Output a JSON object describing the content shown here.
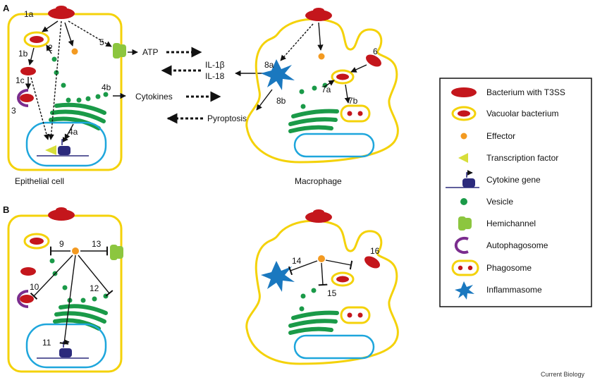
{
  "panels": {
    "a": "A",
    "b": "B"
  },
  "cells": {
    "epithelial": "Epithelial cell",
    "macrophage": "Macrophage"
  },
  "steps": {
    "s1a": "1a",
    "s1b": "1b",
    "s1c": "1c",
    "s2": "2",
    "s3": "3",
    "s4a": "4a",
    "s4b": "4b",
    "s5": "5",
    "s6": "6",
    "s7a": "7a",
    "s7b": "7b",
    "s8a": "8a",
    "s8b": "8b",
    "s9": "9",
    "s10": "10",
    "s11": "11",
    "s12": "12",
    "s13": "13",
    "s14": "14",
    "s15": "15",
    "s16": "16"
  },
  "signals": {
    "atp": "ATP",
    "il1b": "IL-1β",
    "il18": "IL-18",
    "cytokines": "Cytokines",
    "pyroptosis": "Pyroptosis"
  },
  "legend": [
    {
      "icon": "bacterium-icon",
      "label": "Bacterium with T3SS"
    },
    {
      "icon": "vacuolar-bacterium-icon",
      "label": "Vacuolar bacterium"
    },
    {
      "icon": "effector-icon",
      "label": "Effector"
    },
    {
      "icon": "transcription-factor-icon",
      "label": "Transcription factor"
    },
    {
      "icon": "cytokine-gene-icon",
      "label": "Cytokine gene"
    },
    {
      "icon": "vesicle-icon",
      "label": "Vesicle"
    },
    {
      "icon": "hemichannel-icon",
      "label": "Hemichannel"
    },
    {
      "icon": "autophagosome-icon",
      "label": "Autophagosome"
    },
    {
      "icon": "phagosome-icon",
      "label": "Phagosome"
    },
    {
      "icon": "inflammasome-icon",
      "label": "Inflammasome"
    }
  ],
  "credit": "Current Biology",
  "colors": {
    "membrane": "#f4d20a",
    "bacterium": "#c4161c",
    "effector": "#f39a21",
    "vesicle": "#1a9a48",
    "nucleus": "#1ea6dc",
    "gene": "#2b2a7c",
    "tf": "#d7de3a",
    "hemichannel": "#8cc63f",
    "autophagosome": "#7b2d8e",
    "inflammasome": "#1a78bf"
  }
}
